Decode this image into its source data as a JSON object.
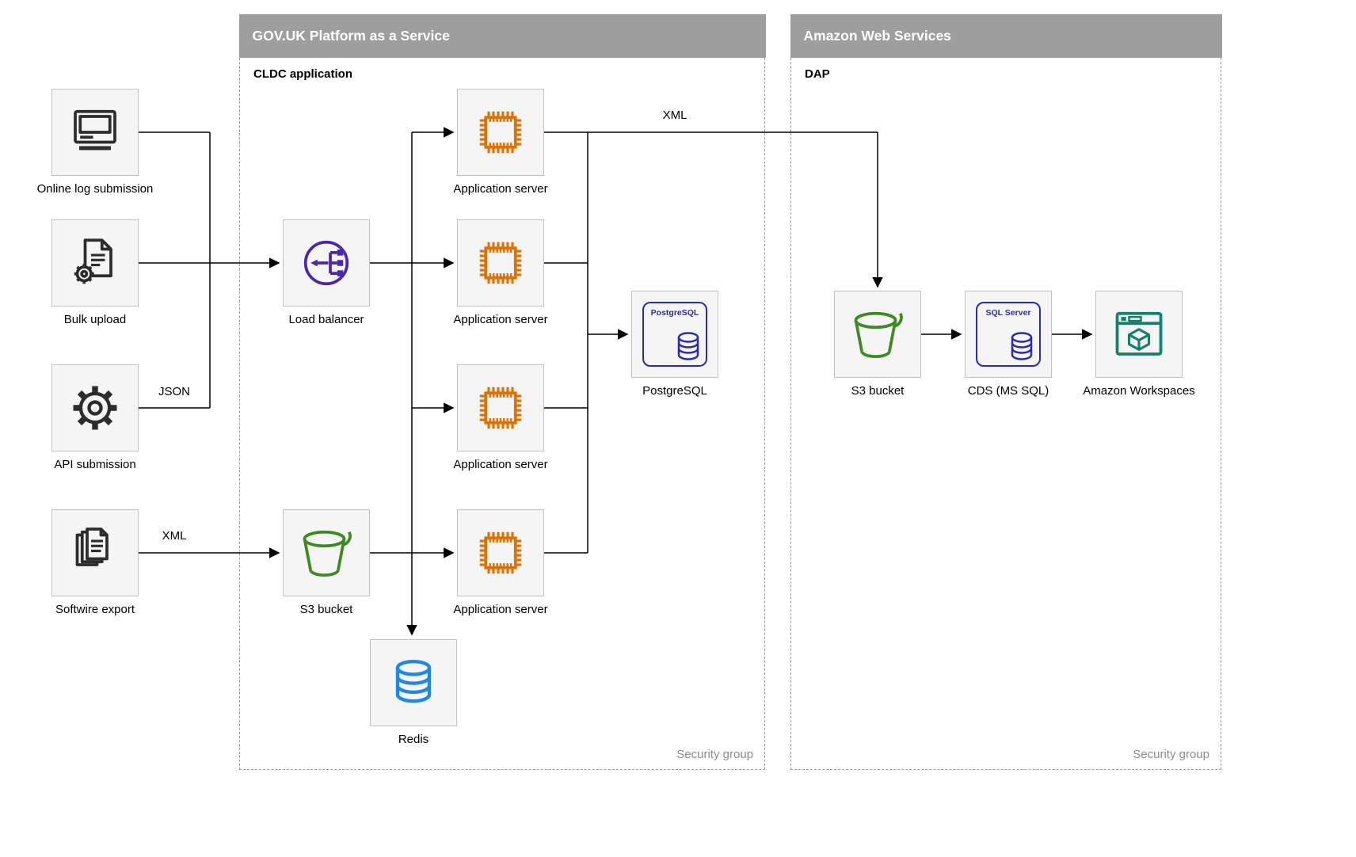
{
  "diagram": {
    "paas": {
      "title": "GOV.UK Platform as a Service",
      "sublabel": "CLDC application",
      "footer": "Security group"
    },
    "aws": {
      "title": "Amazon Web Services",
      "sublabel": "DAP",
      "footer": "Security group"
    },
    "nodes": {
      "online_log_submission": {
        "label": "Online log submission"
      },
      "bulk_upload": {
        "label": "Bulk upload"
      },
      "api_submission": {
        "label": "API submission"
      },
      "softwire_export": {
        "label": "Softwire export"
      },
      "load_balancer": {
        "label": "Load balancer"
      },
      "app_server_1": {
        "label": "Application server"
      },
      "app_server_2": {
        "label": "Application server"
      },
      "app_server_3": {
        "label": "Application server"
      },
      "app_server_4": {
        "label": "Application server"
      },
      "postgresql": {
        "label": "PostgreSQL",
        "icon_text": "PostgreSQL"
      },
      "s3_bucket_paas": {
        "label": "S3 bucket"
      },
      "redis": {
        "label": "Redis"
      },
      "s3_bucket_aws": {
        "label": "S3 bucket"
      },
      "cds_ms_sql": {
        "label": "CDS (MS SQL)",
        "icon_text": "SQL Server"
      },
      "amazon_workspaces": {
        "label": "Amazon Workspaces"
      }
    },
    "edge_labels": {
      "json_api": "JSON",
      "xml_softwire": "XML",
      "xml_to_aws": "XML"
    },
    "colors": {
      "header_gray": "#9e9e9e",
      "node_fill": "#f5f5f5",
      "dark": "#2d2d2d",
      "purple": "#4d27aa",
      "orange": "#e07100",
      "green": "#3e8a22",
      "light_blue": "#1e88e5",
      "navy_blue": "#2b2bb0",
      "teal": "#11816b"
    }
  }
}
